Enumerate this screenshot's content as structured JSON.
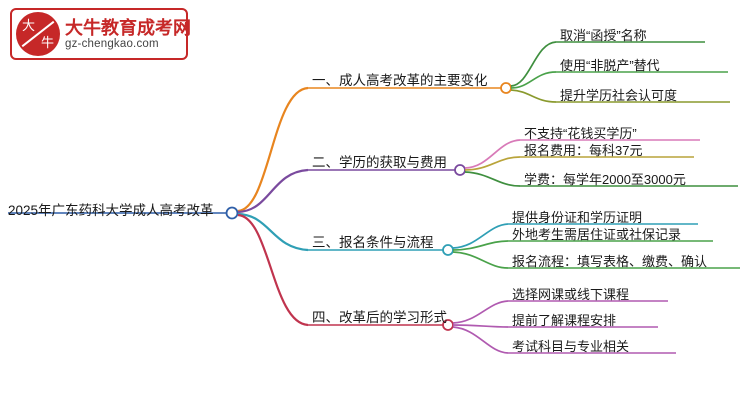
{
  "logo": {
    "seal_char_1": "大",
    "seal_char_2": "牛",
    "title": "大牛教育成考网",
    "url": "gz-chengkao.com",
    "brand_color": "#c62828"
  },
  "mindmap": {
    "root": {
      "label": "2025年广东药科大学成人高考改革",
      "color": "#2f5fa8"
    },
    "branches": [
      {
        "label": "一、成人高考改革的主要变化",
        "color": "#e8851f",
        "leaves": [
          {
            "label": "取消“函授”名称",
            "color": "#3f8f3f"
          },
          {
            "label": "使用“非脱产”替代",
            "color": "#4aa24a"
          },
          {
            "label": "提升学历社会认可度",
            "color": "#8a9a2e"
          }
        ]
      },
      {
        "label": "二、学历的获取与费用",
        "color": "#7a4a9e",
        "leaves": [
          {
            "label": "不支持“花钱买学历”",
            "color": "#d87ab8"
          },
          {
            "label": "报名费用：每科37元",
            "color": "#b9a43a"
          },
          {
            "label": "学费：每学年2000至3000元",
            "color": "#3f8f3f"
          }
        ]
      },
      {
        "label": "三、报名条件与流程",
        "color": "#2f9fb5",
        "leaves": [
          {
            "label": "提供身份证和学历证明",
            "color": "#2f9fb5"
          },
          {
            "label": "外地考生需居住证或社保记录",
            "color": "#4aa24a"
          },
          {
            "label": "报名流程：填写表格、缴费、确认",
            "color": "#4aa24a"
          }
        ]
      },
      {
        "label": "四、改革后的学习形式",
        "color": "#c0344e",
        "leaves": [
          {
            "label": "选择网课或线下课程",
            "color": "#b05ab0"
          },
          {
            "label": "提前了解课程安排",
            "color": "#b05ab0"
          },
          {
            "label": "考试科目与专业相关",
            "color": "#b05ab0"
          }
        ]
      }
    ]
  }
}
